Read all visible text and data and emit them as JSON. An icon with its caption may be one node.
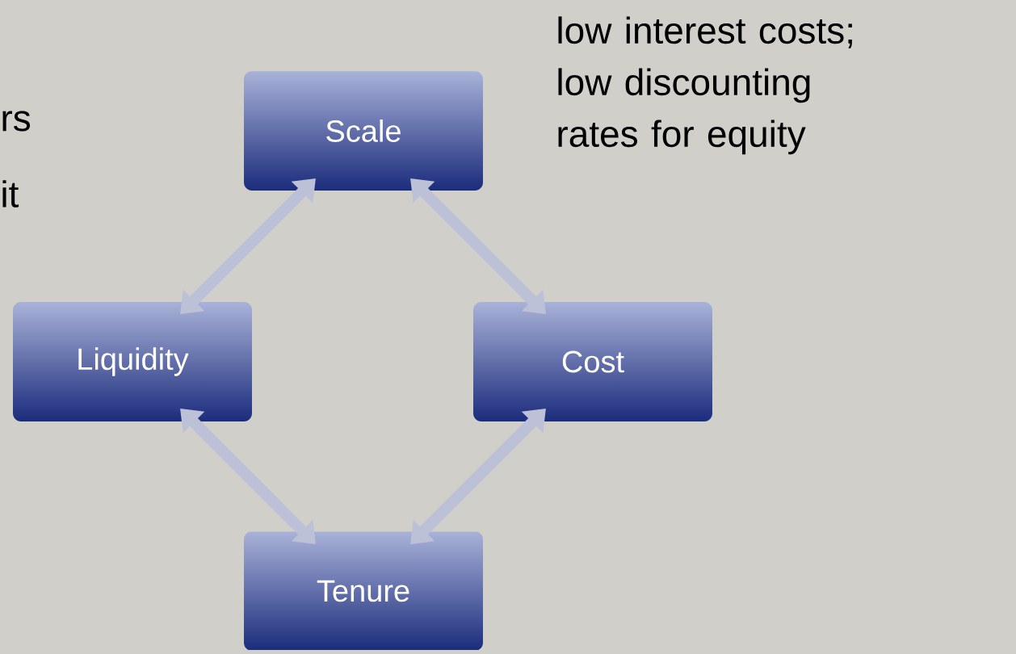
{
  "diagram": {
    "nodes": [
      {
        "text": [
          "Scale"
        ]
      },
      {
        "text": [
          "Liquidity"
        ]
      },
      {
        "text": [
          "Cost"
        ]
      },
      {
        "text": [
          "Tenure"
        ]
      }
    ],
    "edges": [
      {
        "from": 0,
        "to": 1,
        "arrow": "both"
      },
      {
        "from": 0,
        "to": 2,
        "arrow": "both"
      },
      {
        "from": 1,
        "to": 3,
        "arrow": "both"
      },
      {
        "from": 2,
        "to": 3,
        "arrow": "both"
      }
    ],
    "labels": [
      "rs",
      "it",
      "low interest costs; low discounting rates for equity"
    ]
  }
}
